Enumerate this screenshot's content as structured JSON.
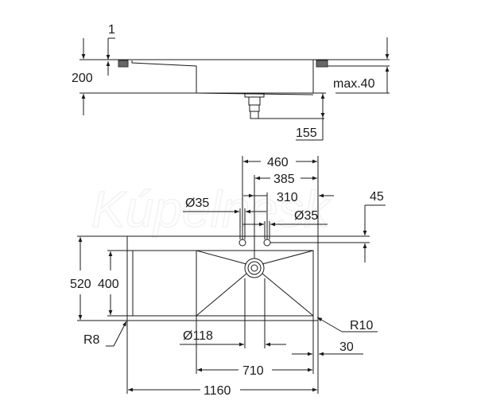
{
  "watermark": "Kúpelnesk",
  "side_view": {
    "thickness": "1",
    "height": "200",
    "countertop": "max.40",
    "drain_depth": "155"
  },
  "top_view": {
    "width_460": "460",
    "width_385": "385",
    "width_310": "310",
    "tap_hole_left": "Ø35",
    "tap_hole_right": "Ø35",
    "offset_45": "45",
    "depth_outer": "520",
    "depth_inner": "400",
    "radius_outer": "R8",
    "radius_inner": "R10",
    "drain_diameter": "Ø118",
    "edge_30": "30",
    "bowl_width": "710",
    "total_width": "1160"
  }
}
